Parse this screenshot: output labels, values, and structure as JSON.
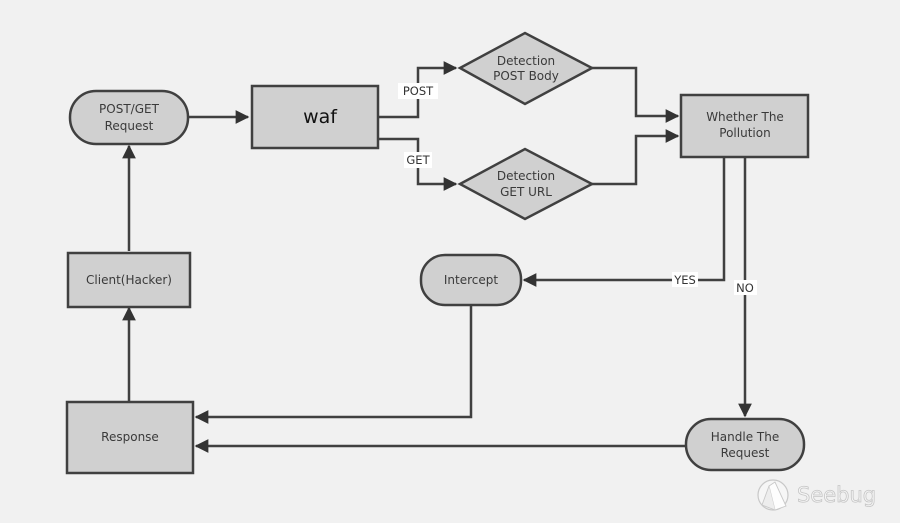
{
  "nodes": {
    "request": {
      "label_lines": [
        "POST/GET",
        "Request"
      ]
    },
    "waf": {
      "label": "waf"
    },
    "detect_post": {
      "label_lines": [
        "Detection",
        "POST Body"
      ]
    },
    "detect_get": {
      "label_lines": [
        "Detection",
        "GET URL"
      ]
    },
    "pollution": {
      "label_lines": [
        "Whether The",
        "Pollution"
      ]
    },
    "intercept": {
      "label": "Intercept"
    },
    "client": {
      "label": "Client(Hacker)"
    },
    "response": {
      "label": "Response"
    },
    "handle": {
      "label_lines": [
        "Handle The",
        "Request"
      ]
    }
  },
  "edges": {
    "post_label": "POST",
    "get_label": "GET",
    "yes_label": "YES",
    "no_label": "NO"
  },
  "watermark": {
    "text": "Seebug",
    "icon": "seebug-logo-icon"
  },
  "colors": {
    "background": "#f1f1f1",
    "node_fill": "#d0d0d0",
    "stroke": "#404040",
    "text": "#3a3a3a"
  }
}
